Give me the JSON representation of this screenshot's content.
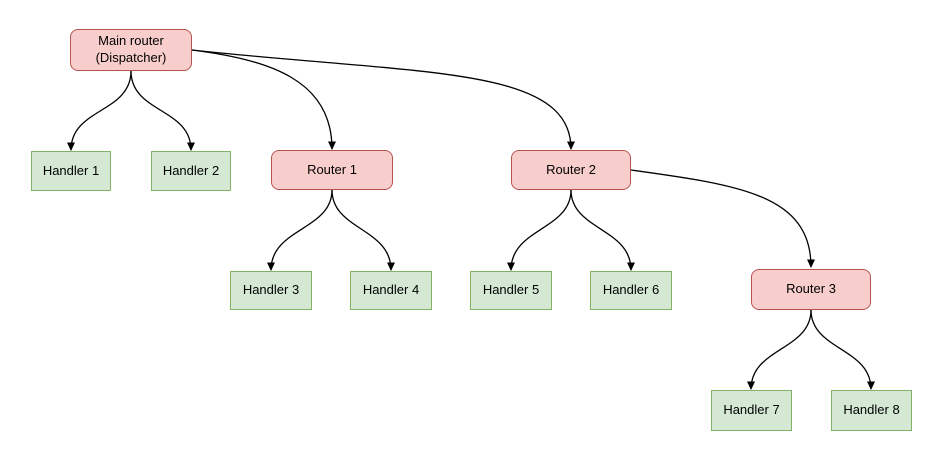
{
  "nodes": {
    "main_router": {
      "line1": "Main router",
      "line2": "(Dispatcher)"
    },
    "handler_1": {
      "label": "Handler 1"
    },
    "handler_2": {
      "label": "Handler 2"
    },
    "router_1": {
      "label": "Router 1"
    },
    "router_2": {
      "label": "Router 2"
    },
    "handler_3": {
      "label": "Handler 3"
    },
    "handler_4": {
      "label": "Handler 4"
    },
    "handler_5": {
      "label": "Handler 5"
    },
    "handler_6": {
      "label": "Handler 6"
    },
    "router_3": {
      "label": "Router 3"
    },
    "handler_7": {
      "label": "Handler 7"
    },
    "handler_8": {
      "label": "Handler 8"
    }
  },
  "colors": {
    "router_fill": "#f8cecc",
    "router_border": "#b85450",
    "handler_fill": "#d5e8d4",
    "handler_border": "#82b366",
    "edge": "#000000",
    "background": "#ffffff"
  }
}
